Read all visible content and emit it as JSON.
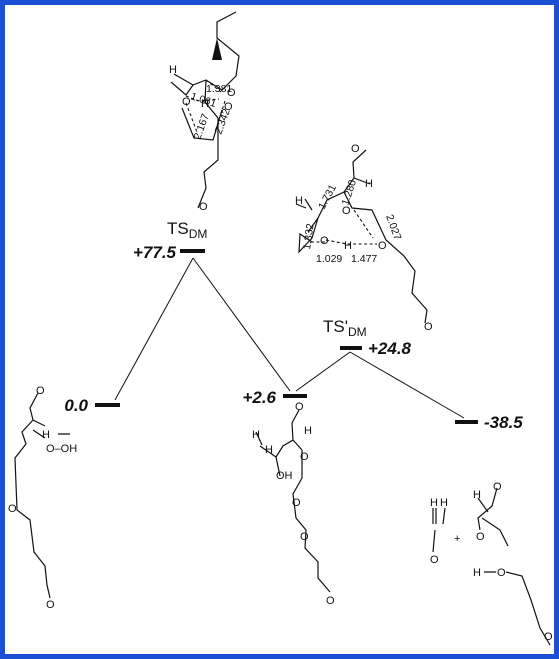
{
  "colors": {
    "frame": "#1a4fd6",
    "ink": "#111111"
  },
  "levels": [
    {
      "id": "reactant",
      "energy": "0.0"
    },
    {
      "id": "ts-dm",
      "energy": "+77.5",
      "label": "TS",
      "subscript": "DM"
    },
    {
      "id": "intermediate",
      "energy": "+2.6"
    },
    {
      "id": "ts-prime-dm",
      "energy": "+24.8",
      "label": "TS'",
      "subscript": "DM"
    },
    {
      "id": "product",
      "energy": "-38.5"
    }
  ],
  "ts1_distances": [
    "1.061",
    "1.381",
    "2.167",
    "2.342"
  ],
  "ts2_distances": [
    "1.731",
    "1.280",
    "2.027",
    "1.332",
    "1.029",
    "1.477"
  ],
  "atoms": {
    "H": "H",
    "O": "O",
    "OH": "OH",
    "OOH": "O–OH",
    "plus": "+"
  }
}
